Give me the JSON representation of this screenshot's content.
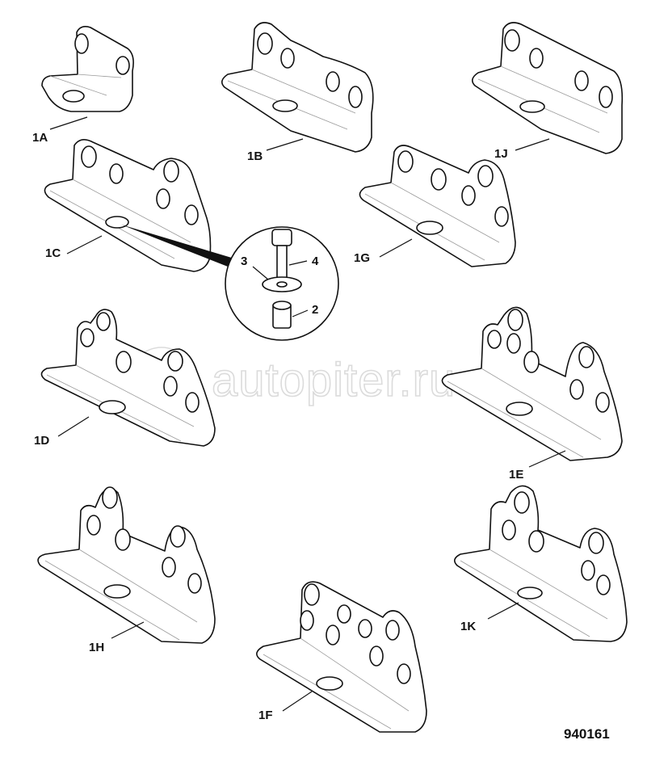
{
  "labels": {
    "b1A": "1A",
    "b1B": "1B",
    "b1J": "1J",
    "b1C": "1C",
    "b1G": "1G",
    "b1D": "1D",
    "b1E": "1E",
    "b1H": "1H",
    "b1K": "1K",
    "b1F": "1F"
  },
  "callouts": {
    "c2": "2",
    "c3": "3",
    "c4": "4"
  },
  "figure_number": "940161",
  "watermark": "autopiter.ru"
}
